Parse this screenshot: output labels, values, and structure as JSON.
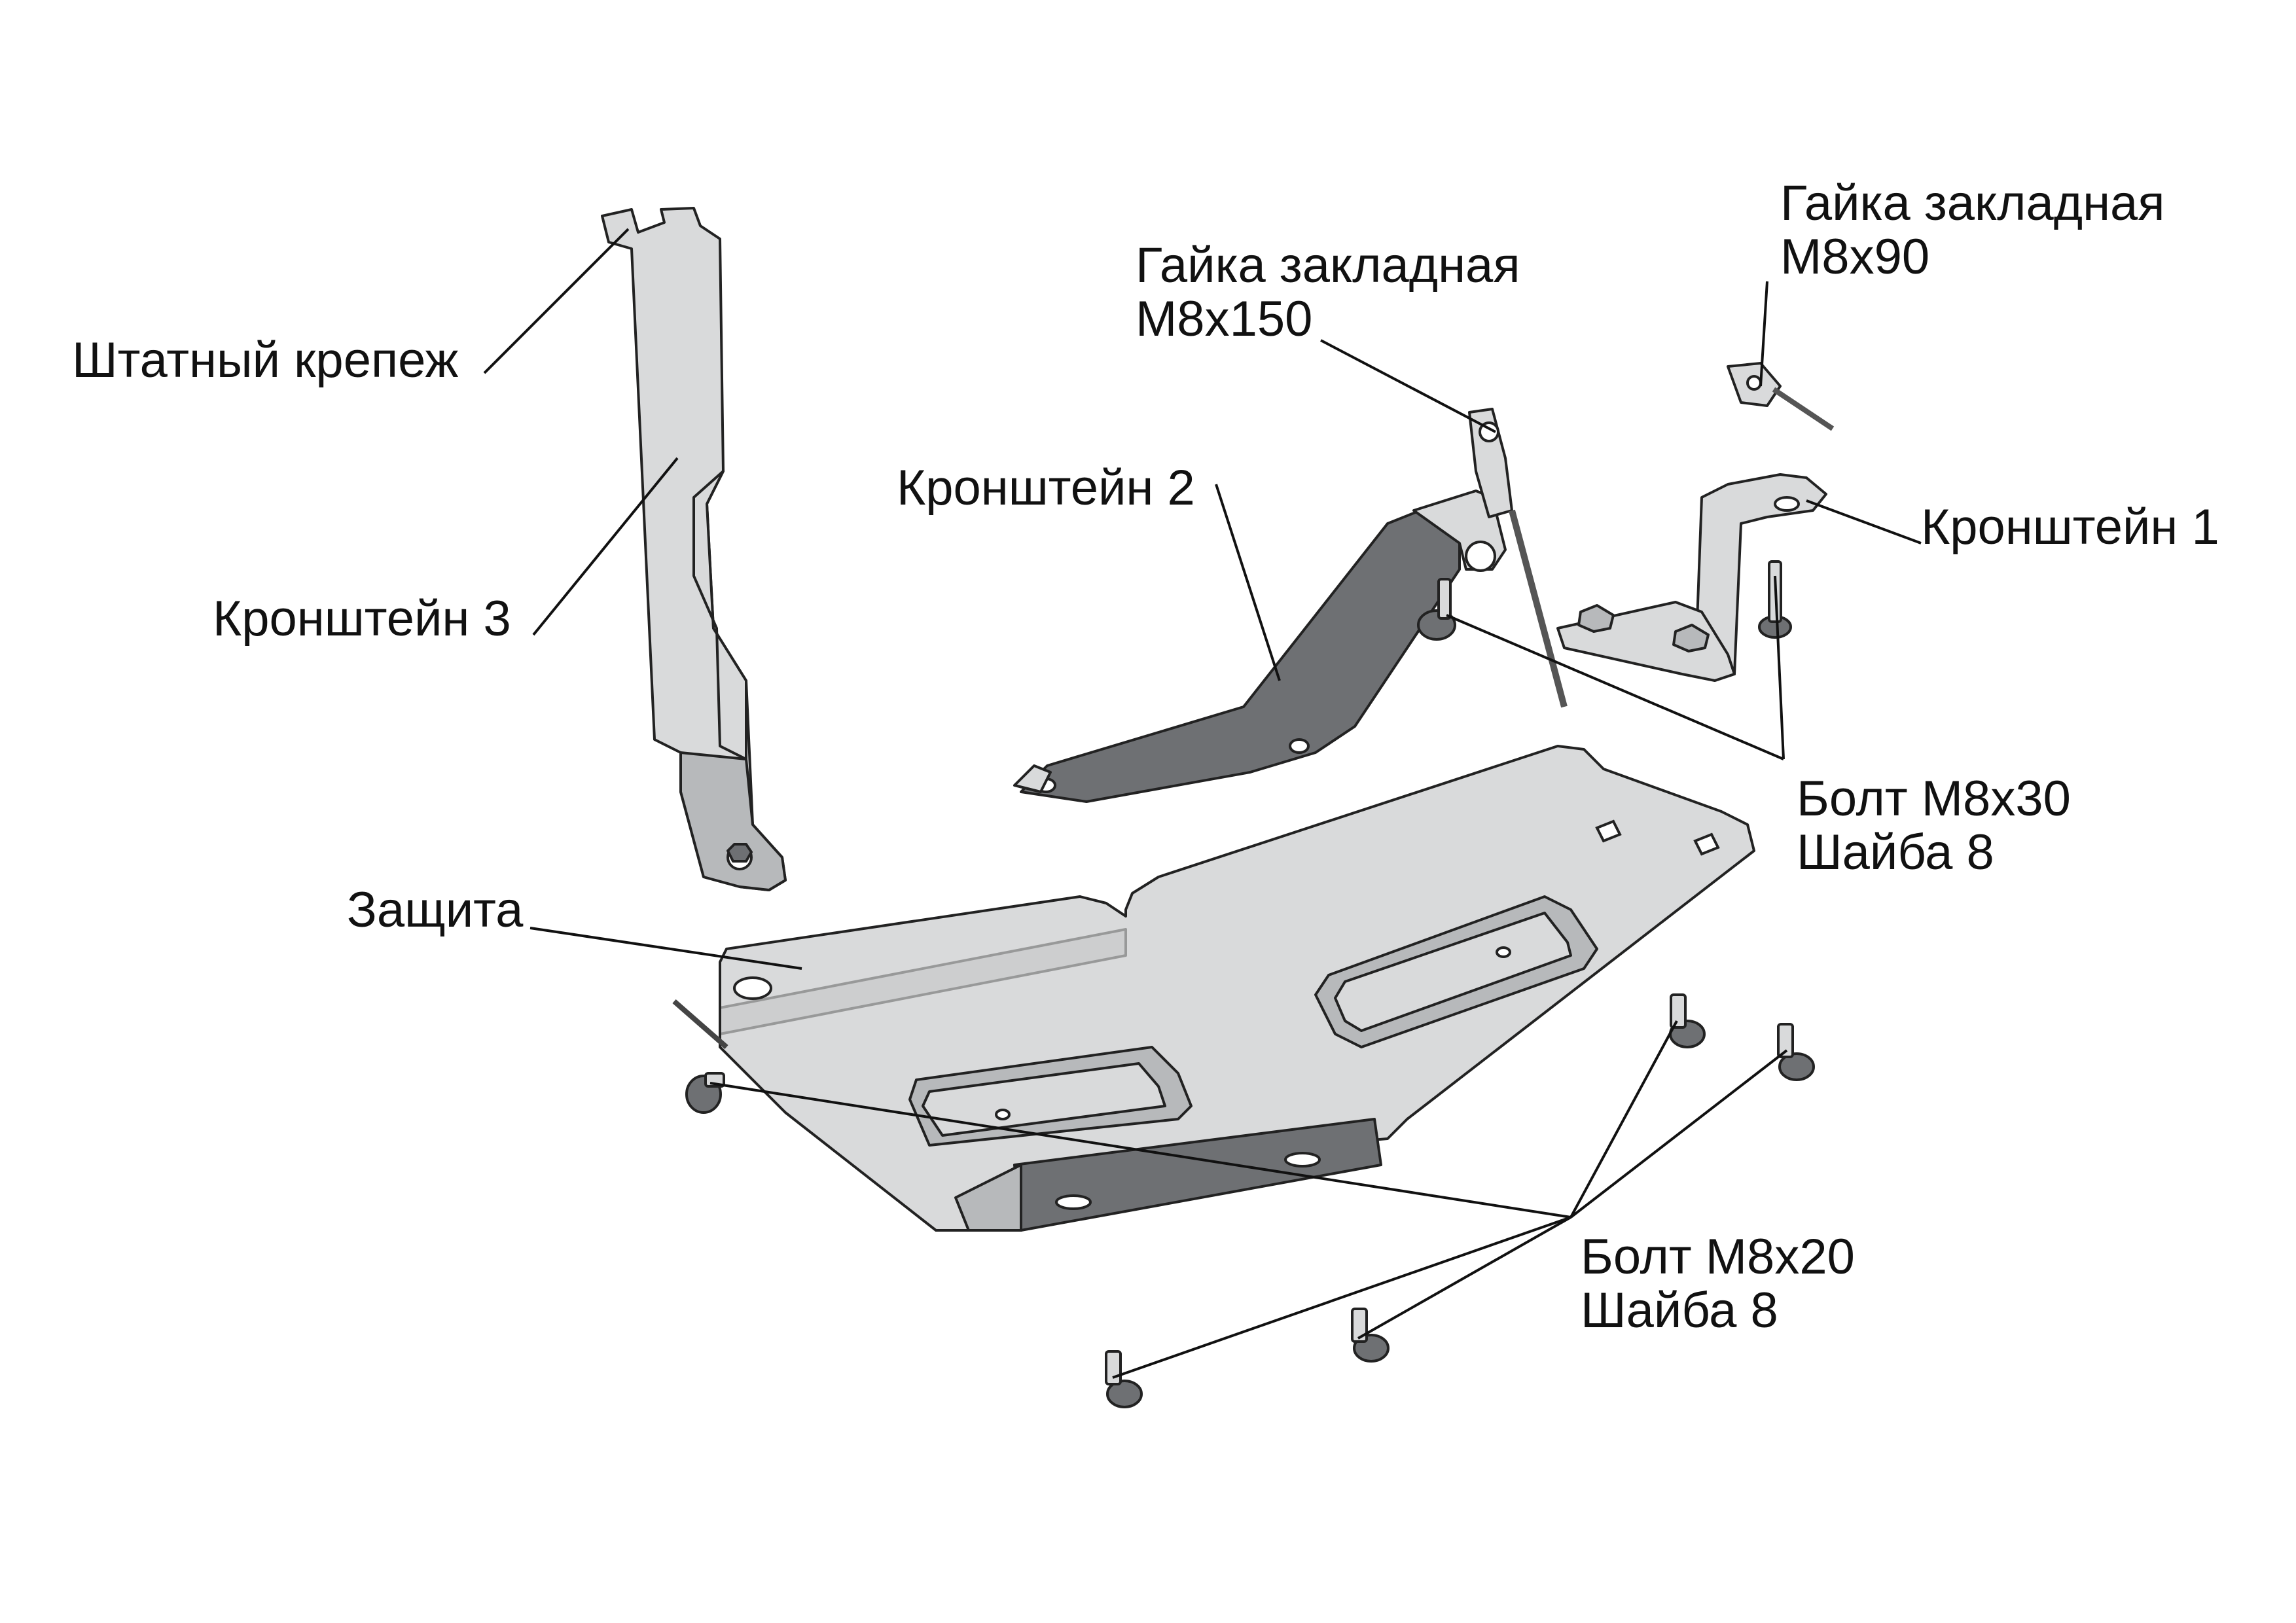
{
  "labels": {
    "shtatny_krepezh": "Штатный крепеж",
    "kronshtein_3": "Кронштейн 3",
    "kronshtein_2": "Кронштейн 2",
    "kronshtein_1": "Кронштейн 1",
    "gaika_150": [
      "Гайка закладная",
      "М8х150"
    ],
    "gaika_90": [
      "Гайка закладная",
      "М8х90"
    ],
    "bolt_30": [
      "Болт М8х30",
      "Шайба 8"
    ],
    "zashchita": "Защита",
    "bolt_20": [
      "Болт М8х20",
      "Шайба 8"
    ]
  },
  "colors": {
    "metal_light": "#d9dadb",
    "metal_dark": "#6e7073",
    "line": "#111111"
  }
}
